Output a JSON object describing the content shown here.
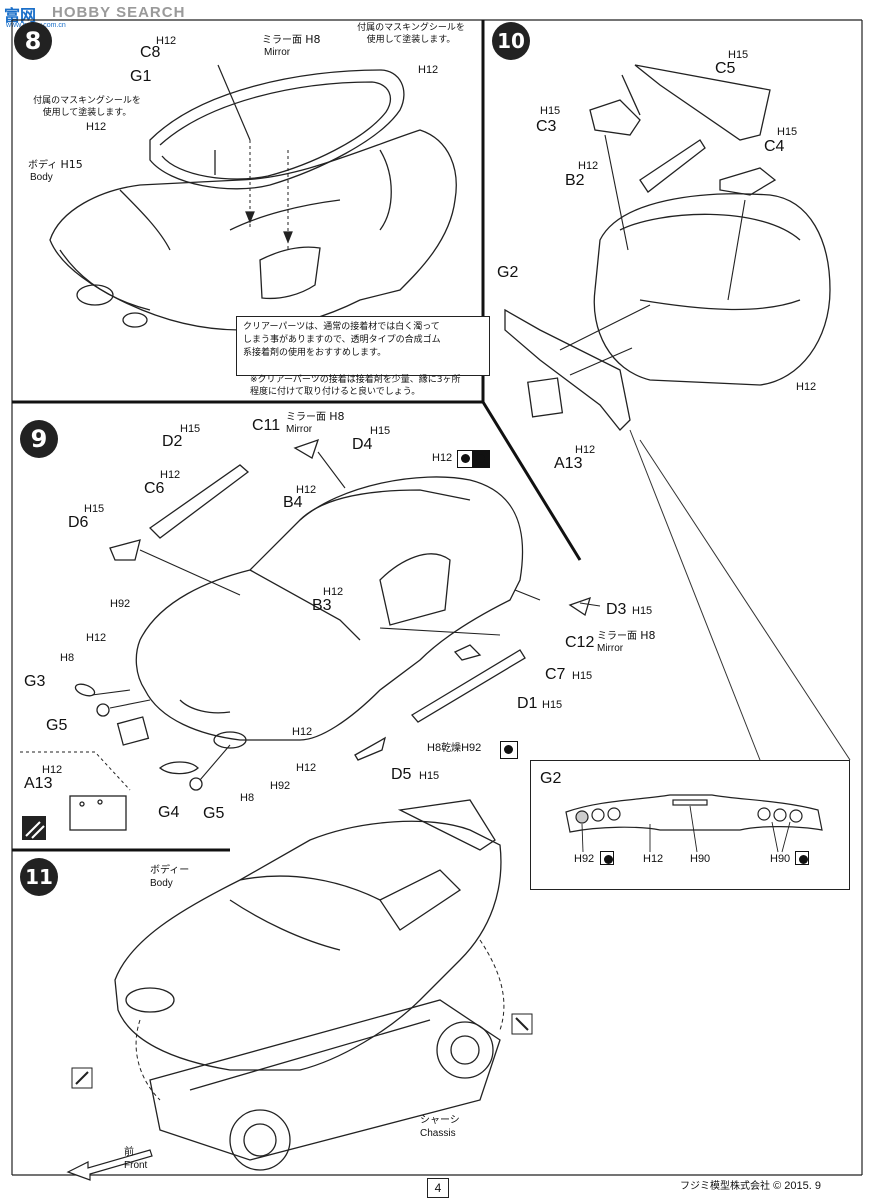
{
  "watermark": "HOBBY SEARCH",
  "watermark_brand": "富网",
  "watermark_site": "www.hobby.com.cn",
  "steps": [
    "8",
    "9",
    "10",
    "11"
  ],
  "step8": {
    "c8": "C8",
    "c8_color": "H12",
    "mirror_jp": "ミラー面",
    "mirror_color": "H8",
    "mirror_en": "Mirror",
    "g1": "G1",
    "mask_note_left": "付属のマスキングシールを\n使用して塗装します。",
    "mask_note_right": "付属のマスキングシールを\n使用して塗装します。",
    "h12_left": "H12",
    "h12_right": "H12",
    "body_jp": "ボディ",
    "body_color": "H15",
    "body_en": "Body",
    "clear_note": "クリアーパーツは、通常の接着材では白く濁って\nしまう事がありますので、透明タイプの合成ゴム\n系接着剤の使用をおすすめします。",
    "clear_note2": "※クリアーパーツの接着は接着剤を少量、縁に3ヶ所\n程度に付けて取り付けると良いでしょう。"
  },
  "step10": {
    "c5": "C5",
    "c5_color": "H15",
    "c3": "C3",
    "c3_color": "H15",
    "c4": "C4",
    "c4_color": "H15",
    "b2": "B2",
    "b2_color": "H12",
    "g2": "G2",
    "a13": "A13",
    "a13_color": "H12",
    "body_color": "H12"
  },
  "step9": {
    "d2": "D2",
    "d2_color": "H15",
    "c11": "C11",
    "c11_mirror_jp": "ミラー面",
    "c11_mirror_color": "H8",
    "c11_mirror_en": "Mirror",
    "d4": "D4",
    "d4_color": "H15",
    "c6": "C6",
    "c6_color": "H12",
    "b4": "B4",
    "b4_color": "H12",
    "h12_top": "H12",
    "d6": "D6",
    "d6_color": "H15",
    "b3": "B3",
    "b3_color": "H12",
    "d3": "D3",
    "d3_color": "H15",
    "h92": "H92",
    "h12a": "H12",
    "h8a": "H8",
    "g3": "G3",
    "g5a": "G5",
    "c12": "C12",
    "c12_mirror_jp": "ミラー面",
    "c12_mirror_color": "H8",
    "c12_mirror_en": "Mirror",
    "c7": "C7",
    "c7_color": "H15",
    "d1": "D1",
    "d1_color": "H15",
    "a13": "A13",
    "a13_color": "H12",
    "h12_mid": "H12",
    "h8_dry": "H8",
    "dry_jp": "乾燥",
    "h92_dry": "H92",
    "d5": "D5",
    "d5_color": "H15",
    "h12_low": "H12",
    "h92_low": "H92",
    "h8_low": "H8",
    "g4": "G4",
    "g5b": "G5"
  },
  "g2_detail": {
    "title": "G2",
    "h92": "H92",
    "h12": "H12",
    "h90_mid": "H90",
    "h90_right": "H90"
  },
  "step11": {
    "body_jp": "ボディー",
    "body_en": "Body",
    "chassis_jp": "シャーシ",
    "chassis_en": "Chassis",
    "front_jp": "前",
    "front_en": "Front"
  },
  "footer": {
    "page": "4",
    "copyright": "フジミ模型株式会社",
    "copyright_mark": "©",
    "year": "2015. 9"
  }
}
